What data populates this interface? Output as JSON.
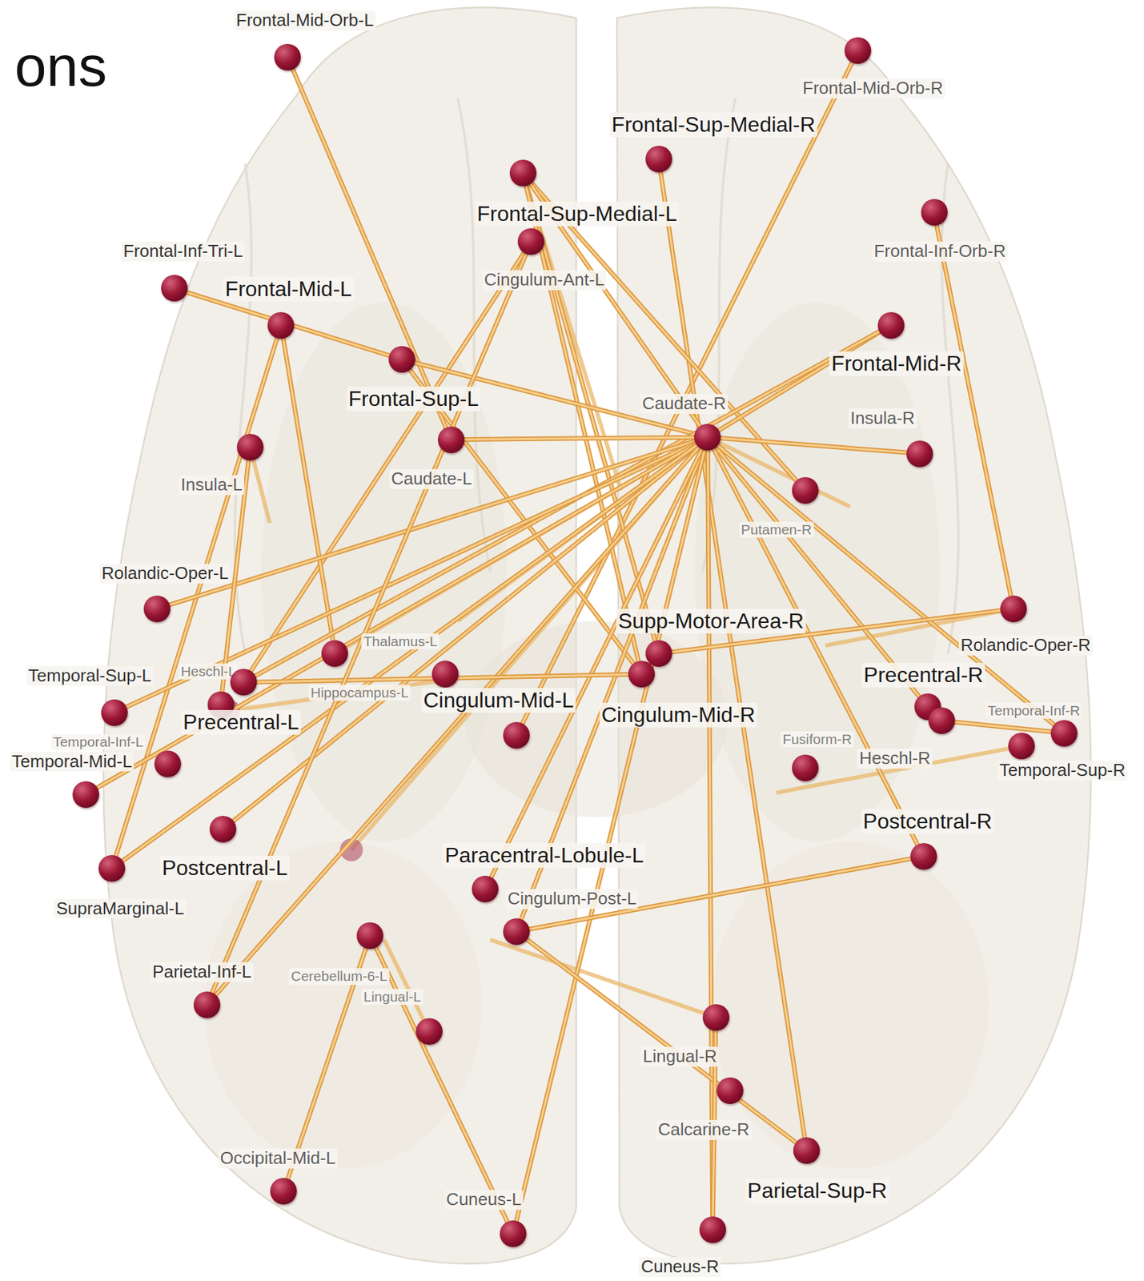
{
  "diagram": {
    "nodes": [
      {
        "text": [
          "Frontal-Mid-Orb-L"
        ]
      },
      {
        "text": [
          "Frontal-Mid-Orb-R"
        ]
      },
      {
        "text": [
          "Frontal-Sup-Medial-R"
        ]
      },
      {
        "text": [
          "Frontal-Sup-Medial-L"
        ]
      },
      {
        "text": [
          "Frontal-Inf-Orb-R"
        ]
      },
      {
        "text": [
          "Cingulum-Ant-L"
        ]
      },
      {
        "text": [
          "Frontal-Inf-Tri-L"
        ]
      },
      {
        "text": [
          "Frontal-Mid-L"
        ]
      },
      {
        "text": [
          "Frontal-Mid-R"
        ]
      },
      {
        "text": [
          "Frontal-Sup-L"
        ]
      },
      {
        "text": [
          "Caudate-R"
        ]
      },
      {
        "text": [
          "Insula-L"
        ]
      },
      {
        "text": [
          "Caudate-L"
        ]
      },
      {
        "text": [
          "Insula-R"
        ]
      },
      {
        "text": [
          "Putamen-R"
        ]
      },
      {
        "text": [
          "Rolandic-Oper-L"
        ]
      },
      {
        "text": [
          "Rolandic-Oper-R"
        ]
      },
      {
        "text": [
          "Supp-Motor-Area-R"
        ]
      },
      {
        "text": [
          "Thalamus-L"
        ]
      },
      {
        "text": [
          "Temporal-Sup-L"
        ]
      },
      {
        "text": [
          "Heschl-L"
        ]
      },
      {
        "text": [
          "Precentral-L"
        ]
      },
      {
        "text": [
          "Hippocampus-L"
        ]
      },
      {
        "text": [
          "Cingulum-Mid-R"
        ]
      },
      {
        "text": [
          "Precentral-R"
        ]
      },
      {
        "text": [
          "Temporal-Inf-R"
        ]
      },
      {
        "text": [
          "Temporal-Sup-R"
        ]
      },
      {
        "text": [
          "Cingulum-Mid-L"
        ]
      },
      {
        "text": [
          "Temporal-Inf-L"
        ]
      },
      {
        "text": [
          "Fusiform-R"
        ]
      },
      {
        "text": [
          "Heschl-R"
        ]
      },
      {
        "text": [
          "Temporal-Mid-L"
        ]
      },
      {
        "text": [
          "Postcentral-R"
        ]
      },
      {
        "text": [
          "Postcentral-L"
        ]
      },
      {
        "text": [
          "SupraMarginal-L"
        ]
      },
      {
        "text": [
          "Paracentral-Lobule-L"
        ]
      },
      {
        "text": [
          "Cingulum-Post-L"
        ]
      },
      {
        "text": [
          "Cerebellum-6-L"
        ]
      },
      {
        "text": [
          "Parietal-Inf-L"
        ]
      },
      {
        "text": [
          "Lingual-L"
        ]
      },
      {
        "text": [
          "Lingual-R"
        ]
      },
      {
        "text": [
          "Calcarine-R"
        ]
      },
      {
        "text": [
          "Parietal-Sup-R"
        ]
      },
      {
        "text": [
          "Occipital-Mid-L"
        ]
      },
      {
        "text": [
          "Cuneus-L"
        ]
      },
      {
        "text": [
          "Cuneus-R"
        ]
      }
    ],
    "edges": [
      {
        "from": 0,
        "to": 12,
        "arrow": "none"
      },
      {
        "from": 1,
        "to": 27,
        "arrow": "none"
      },
      {
        "from": 2,
        "to": 42,
        "arrow": "none"
      },
      {
        "from": 3,
        "to": 14,
        "arrow": "none"
      },
      {
        "from": 3,
        "to": 17,
        "arrow": "none"
      },
      {
        "from": 3,
        "to": 23,
        "arrow": "none"
      },
      {
        "from": 3,
        "to": 10,
        "arrow": "none"
      },
      {
        "from": 4,
        "to": 16,
        "arrow": "none"
      },
      {
        "from": 5,
        "to": 21,
        "arrow": "none"
      },
      {
        "from": 6,
        "to": 9,
        "arrow": "none"
      },
      {
        "from": 9,
        "to": 10,
        "arrow": "none"
      },
      {
        "from": 7,
        "to": 34,
        "arrow": "none"
      },
      {
        "from": 7,
        "to": 18,
        "arrow": "none"
      },
      {
        "from": 9,
        "to": 23,
        "arrow": "none"
      },
      {
        "from": 8,
        "to": 10,
        "arrow": "none"
      },
      {
        "from": 8,
        "to": 21,
        "arrow": "none"
      },
      {
        "from": 10,
        "to": 13,
        "arrow": "none"
      },
      {
        "from": 10,
        "to": 15,
        "arrow": "none"
      },
      {
        "from": 10,
        "to": 19,
        "arrow": "none"
      },
      {
        "from": 10,
        "to": 31,
        "arrow": "none"
      },
      {
        "from": 10,
        "to": 33,
        "arrow": "none"
      },
      {
        "from": 10,
        "to": 38,
        "arrow": "none"
      },
      {
        "from": 10,
        "to": 36,
        "arrow": "none"
      },
      {
        "from": 10,
        "to": 45,
        "arrow": "none"
      },
      {
        "from": 10,
        "to": 24,
        "arrow": "none"
      },
      {
        "from": 10,
        "to": 32,
        "arrow": "none"
      },
      {
        "from": 10,
        "to": 26,
        "arrow": "none"
      },
      {
        "from": 10,
        "to": 35,
        "arrow": "none"
      },
      {
        "from": 10,
        "to": 44,
        "arrow": "none"
      },
      {
        "from": 10,
        "to": 12,
        "arrow": "none"
      },
      {
        "from": 10,
        "to": 34,
        "arrow": "none"
      },
      {
        "from": 11,
        "to": 20,
        "arrow": "none"
      },
      {
        "from": 17,
        "to": 16,
        "arrow": "none"
      },
      {
        "from": 21,
        "to": 23,
        "arrow": "none"
      },
      {
        "from": 36,
        "to": 32,
        "arrow": "none"
      },
      {
        "from": 36,
        "to": 42,
        "arrow": "none"
      },
      {
        "from": 43,
        "to": 37,
        "arrow": "none"
      },
      {
        "from": 37,
        "to": 44,
        "arrow": "none"
      },
      {
        "from": 38,
        "to": 5,
        "arrow": "none"
      },
      {
        "from": 40,
        "to": 45,
        "arrow": "none"
      },
      {
        "from": 26,
        "to": 30,
        "arrow": "none"
      }
    ],
    "labels": [
      "ons"
    ]
  }
}
